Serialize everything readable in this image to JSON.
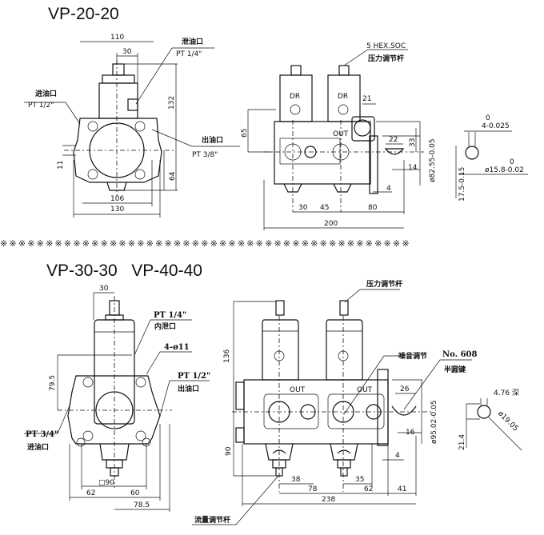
{
  "top": {
    "title": "VP-20-20",
    "front": {
      "dims": [
        "110",
        "30",
        "132",
        "64",
        "106",
        "130",
        "11"
      ],
      "labels": {
        "drain": "泄油口",
        "drain_port": "PT 1/4\"",
        "inlet": "进油口",
        "inlet_port": "PT 1/2\"",
        "outlet": "出油口",
        "outlet_port": "PT 3/8\""
      }
    },
    "side": {
      "dims": [
        "65",
        "21",
        "33",
        "22",
        "14",
        "4",
        "30",
        "45",
        "80",
        "200",
        "ø82.55-0.05"
      ],
      "labels": {
        "hex": "5 HEX.SOC",
        "pressure_adj": "压力调节杆",
        "dr1": "DR",
        "dr2": "DR",
        "out": "OUT"
      }
    },
    "key": {
      "dims": [
        "4-0.025",
        "ø15.8-0.02",
        "17.5-0.15"
      ],
      "zero": "0"
    }
  },
  "separator": "※※※※※※※※※※※※※※※※※※※※※※※※※※※※※※※※※※※※※※※※※※※※※",
  "bottom": {
    "title": "VP-30-30   VP-40-40",
    "front": {
      "dims": [
        "30",
        "79.5",
        "□90",
        "62",
        "60",
        "78.5"
      ],
      "labels": {
        "drain_port": "PT 1/4\"",
        "drain": "内泄口",
        "bolt": "4-ø11",
        "outlet_port": "PT 1/2\"",
        "outlet": "出油口",
        "inlet_port": "PT 3/4\"",
        "inlet": "进油口"
      }
    },
    "side": {
      "dims": [
        "136",
        "90",
        "26",
        "16",
        "4",
        "38",
        "78",
        "35",
        "62",
        "41",
        "238",
        "ø95.02-0.05"
      ],
      "labels": {
        "pressure_adj": "压力调节杆",
        "noise_adj": "噪音调节",
        "key_no": "No. 608",
        "half_key": "半圆键",
        "flow_adj": "流量调节杆",
        "out1": "OUT",
        "out2": "OUT"
      }
    },
    "key": {
      "dims": [
        "4.76 深",
        "21.4",
        "ø19.05"
      ]
    }
  }
}
